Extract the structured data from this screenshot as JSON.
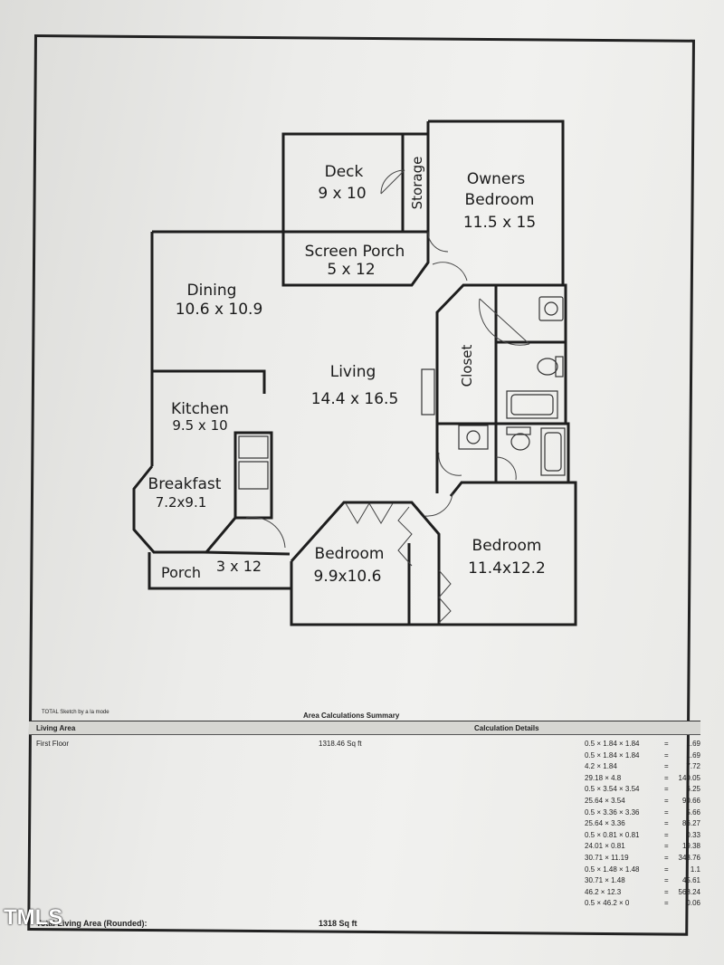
{
  "rooms": {
    "deck": {
      "name": "Deck",
      "size": "9 x 10"
    },
    "storage": {
      "name": "Storage"
    },
    "owners_bedroom": {
      "name_line1": "Owners",
      "name_line2": "Bedroom",
      "size": "11.5 x 15"
    },
    "screen_porch": {
      "name": "Screen Porch",
      "size": "5 x 12"
    },
    "dining": {
      "name": "Dining",
      "size": "10.6 x 10.9"
    },
    "living": {
      "name": "Living",
      "size": "14.4 x 16.5"
    },
    "closet": {
      "name": "Closet"
    },
    "kitchen": {
      "name": "Kitchen",
      "size": "9.5 x 10"
    },
    "breakfast": {
      "name": "Breakfast",
      "size": "7.2x9.1"
    },
    "porch": {
      "name": "Porch",
      "size": "3 x 12"
    },
    "bedroom_left": {
      "name": "Bedroom",
      "size": "9.9x10.6"
    },
    "bedroom_right": {
      "name": "Bedroom",
      "size": "11.4x12.2"
    }
  },
  "summary": {
    "sketch_credit": "TOTAL Sketch by a la mode",
    "title": "Area Calculations Summary",
    "living_area_label": "Living Area",
    "calc_details_label": "Calculation Details",
    "first_floor_label": "First Floor",
    "first_floor_area": "1318.46 Sq ft",
    "total_label": "Total Living Area (Rounded):",
    "total_value": "1318 Sq ft",
    "calculations": [
      {
        "expr": "0.5 × 1.84 × 1.84",
        "value": "1.69"
      },
      {
        "expr": "0.5 × 1.84 × 1.84",
        "value": "1.69"
      },
      {
        "expr": "4.2 × 1.84",
        "value": "7.72"
      },
      {
        "expr": "29.18 × 4.8",
        "value": "140.05"
      },
      {
        "expr": "0.5 × 3.54 × 3.54",
        "value": "6.25"
      },
      {
        "expr": "25.64 × 3.54",
        "value": "90.66"
      },
      {
        "expr": "0.5 × 3.36 × 3.36",
        "value": "5.66"
      },
      {
        "expr": "25.64 × 3.36",
        "value": "86.27"
      },
      {
        "expr": "0.5 × 0.81 × 0.81",
        "value": "0.33"
      },
      {
        "expr": "24.01 × 0.81",
        "value": "19.38"
      },
      {
        "expr": "30.71 × 11.19",
        "value": "343.76"
      },
      {
        "expr": "0.5 × 1.48 × 1.48",
        "value": "1.1"
      },
      {
        "expr": "30.71 × 1.48",
        "value": "45.61"
      },
      {
        "expr": "46.2 × 12.3",
        "value": "568.24"
      },
      {
        "expr": "0.5 × 46.2 × 0",
        "value": "0.06"
      }
    ]
  },
  "watermark": "TMLS"
}
